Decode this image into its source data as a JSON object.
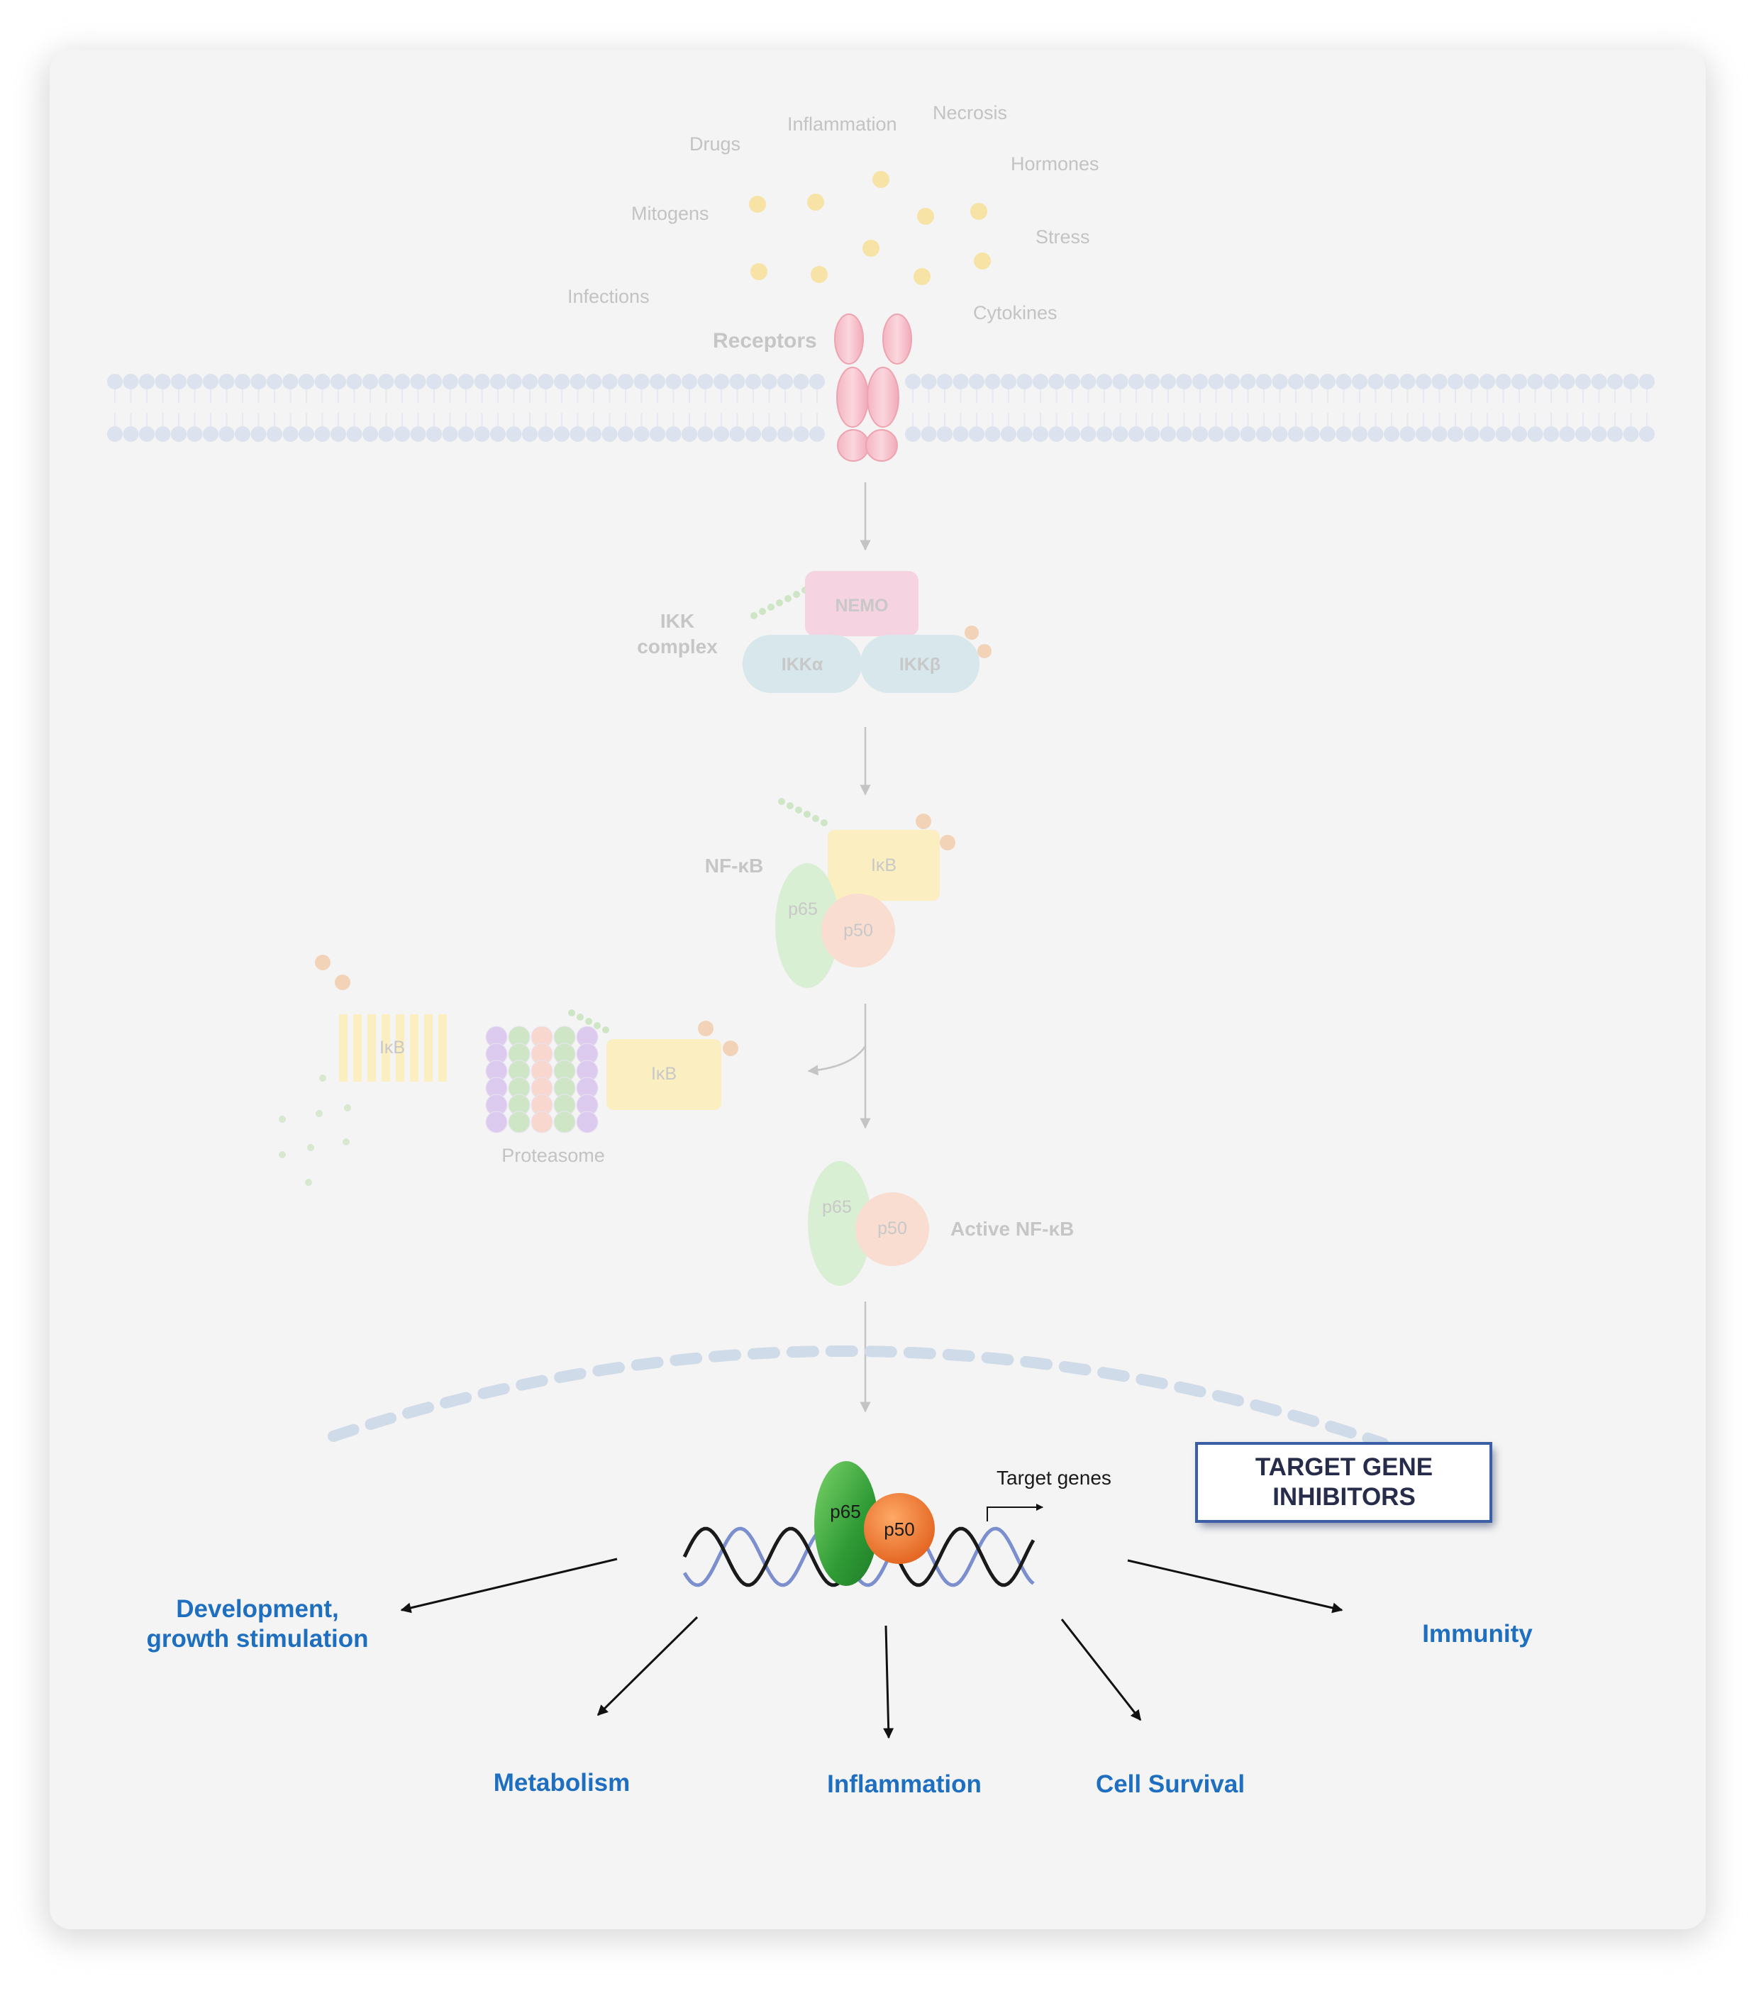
{
  "stimuli": [
    "Drugs",
    "Inflammation",
    "Necrosis",
    "Hormones",
    "Mitogens",
    "Stress",
    "Infections",
    "Cytokines"
  ],
  "labels": {
    "receptors": "Receptors",
    "ikk_line1": "IKK",
    "ikk_line2": "complex",
    "nemo": "NEMO",
    "ikk_alpha": "IKKα",
    "ikk_beta": "IKKβ",
    "nfkb": "NF-κB",
    "ikb": "IκB",
    "p65": "p65",
    "p50": "p50",
    "proteasome": "Proteasome",
    "active_nfkb": "Active NF-κB",
    "target_genes": "Target genes"
  },
  "inhibitor_box": {
    "line1": "TARGET GENE",
    "line2": "INHIBITORS"
  },
  "outcomes": {
    "development_line1": "Development,",
    "development_line2": "growth stimulation",
    "metabolism": "Metabolism",
    "inflammation": "Inflammation",
    "cell_survival": "Cell Survival",
    "immunity": "Immunity"
  },
  "colors": {
    "outcome_text": "#1f6fc0",
    "membrane": "#dde2ef",
    "p65": "#3aa03a",
    "p50": "#ee7a35",
    "box_border": "#3a5fa6"
  }
}
